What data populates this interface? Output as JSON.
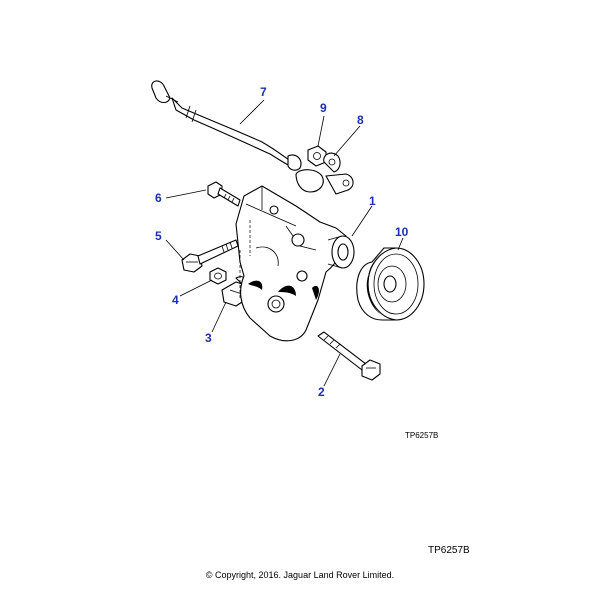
{
  "callouts": {
    "c1": "1",
    "c2": "2",
    "c3": "3",
    "c4": "4",
    "c5": "5",
    "c6": "6",
    "c7": "7",
    "c8": "8",
    "c9": "9",
    "c10": "10"
  },
  "callout_color": "#1a2fb8",
  "reference_inner": "TP6257B",
  "reference_outer": "TP6257B",
  "copyright": "© Copyright, 2016. Jaguar Land Rover Limited."
}
